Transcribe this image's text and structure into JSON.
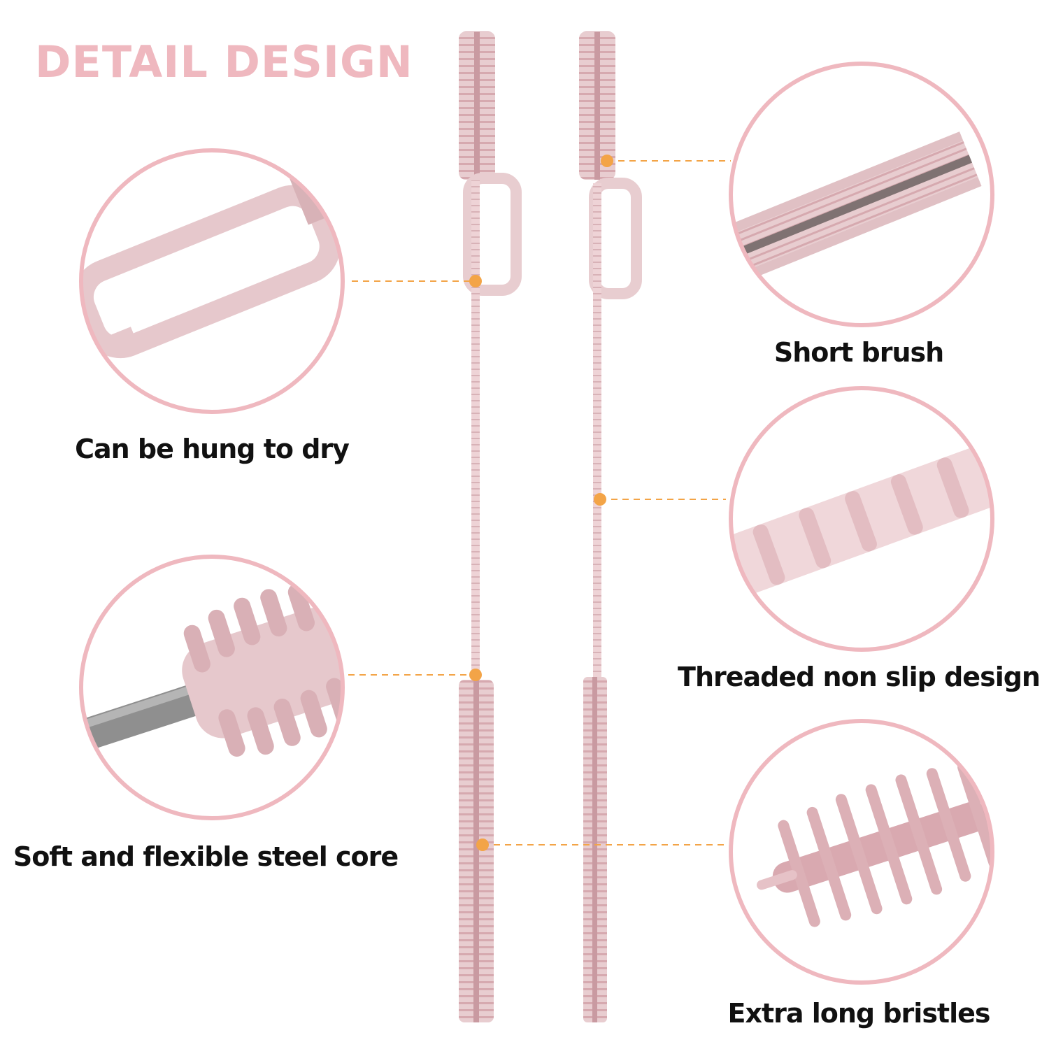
{
  "title": "DETAIL DESIGN",
  "captions": {
    "hang": "Can be hung to dry",
    "core": "Soft and flexible steel core",
    "short_brush": "Short brush",
    "threaded": "Threaded non slip design",
    "bristles": "Extra long bristles"
  },
  "colors": {
    "title": "#efb8bf",
    "circle_ring": "#efb8bf",
    "brush": "#e8cdd0",
    "brush_dark": "#d6a9af",
    "callout": "#f3a447",
    "text": "#111111"
  }
}
